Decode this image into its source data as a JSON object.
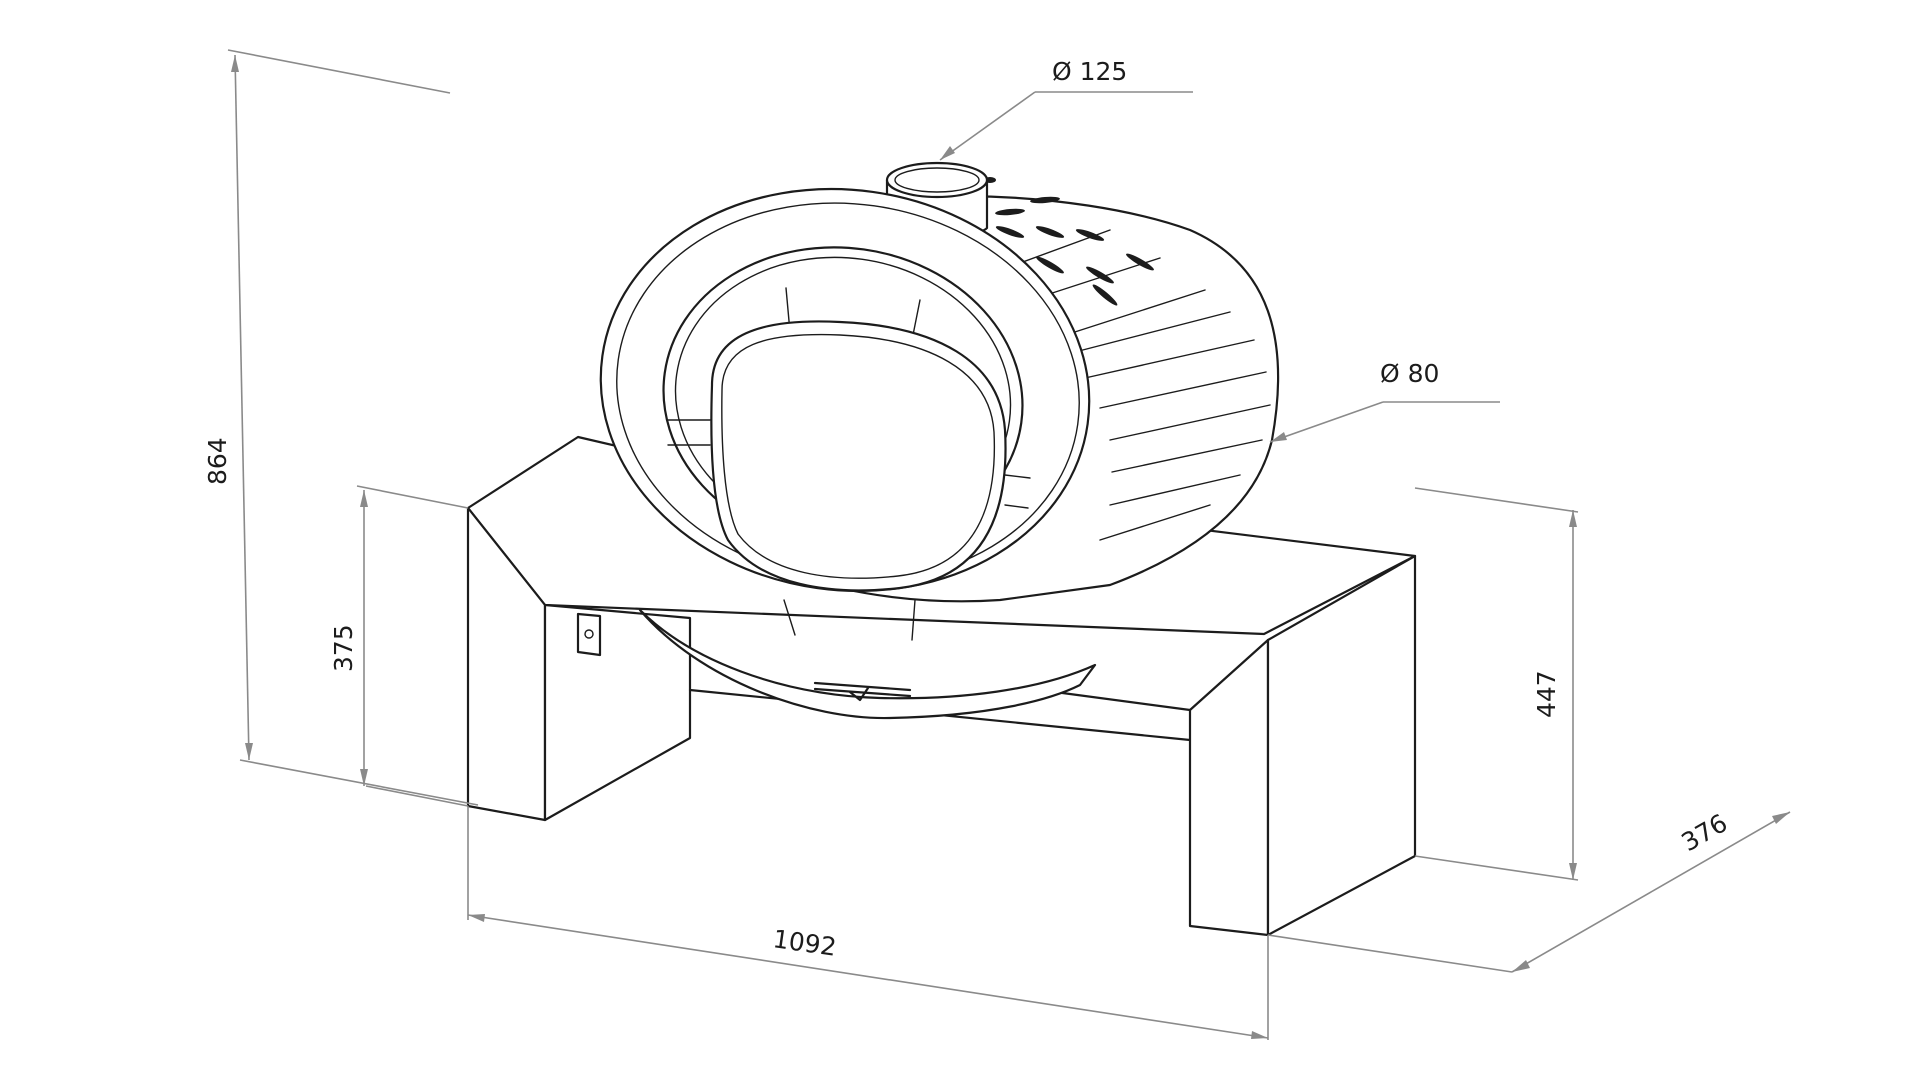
{
  "dimensions": {
    "flue_diameter": "Ø 125",
    "air_inlet_diameter": "Ø 80",
    "total_height": "864",
    "bench_height": "375",
    "right_height": "447",
    "depth": "376",
    "width": "1092"
  }
}
